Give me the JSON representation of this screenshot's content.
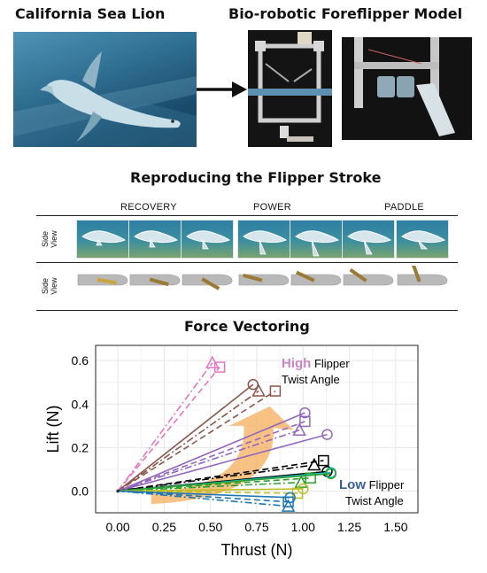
{
  "top": {
    "sea_lion_title": "California Sea Lion",
    "model_title": "Bio-robotic Foreflipper Model"
  },
  "stroke": {
    "title": "Reproducing the Flipper Stroke",
    "phases": [
      "RECOVERY",
      "POWER",
      "PADDLE"
    ],
    "row_label_line1": "Side",
    "row_label_line2": "View"
  },
  "force": {
    "title": "Force Vectoring",
    "high_word": "High",
    "high_rest": " Flipper",
    "high_line2": "Twist Angle",
    "low_word": "Low",
    "low_rest": " Flipper",
    "low_line2": "Twist Angle",
    "high_color": "#c986c7",
    "low_color": "#3a5f8f"
  },
  "chart_data": {
    "type": "line",
    "xlabel": "Thrust (N)",
    "ylabel": "Lift (N)",
    "xlim": [
      -0.12,
      1.62
    ],
    "ylim": [
      -0.1,
      0.67
    ],
    "xticks": [
      "0.00",
      "0.25",
      "0.50",
      "0.75",
      "1.00",
      "1.25",
      "1.50"
    ],
    "xtick_values": [
      0,
      0.25,
      0.5,
      0.75,
      1.0,
      1.25,
      1.5
    ],
    "yticks": [
      "0.0",
      "0.2",
      "0.4",
      "0.6"
    ],
    "ytick_values": [
      0,
      0.2,
      0.4,
      0.6
    ],
    "grid": true,
    "series": [
      {
        "color": "#e377c2",
        "points": [
          {
            "x": 0.51,
            "y": 0.59,
            "m": "triangle",
            "d": "dashdot"
          },
          {
            "x": 0.55,
            "y": 0.57,
            "m": "square",
            "d": "dashed"
          }
        ]
      },
      {
        "color": "#8c564b",
        "points": [
          {
            "x": 0.73,
            "y": 0.49,
            "m": "circle",
            "d": "solid"
          },
          {
            "x": 0.76,
            "y": 0.46,
            "m": "triangle",
            "d": "dashdot"
          },
          {
            "x": 0.85,
            "y": 0.46,
            "m": "square",
            "d": "dashed"
          }
        ]
      },
      {
        "color": "#9467bd",
        "points": [
          {
            "x": 1.01,
            "y": 0.36,
            "m": "circle",
            "d": "solid"
          },
          {
            "x": 1.01,
            "y": 0.32,
            "m": "square",
            "d": "dashed"
          },
          {
            "x": 0.98,
            "y": 0.28,
            "m": "triangle",
            "d": "dashdot"
          },
          {
            "x": 1.13,
            "y": 0.26,
            "m": "circle",
            "d": "solid"
          }
        ]
      },
      {
        "color": "#000000",
        "points": [
          {
            "x": 1.11,
            "y": 0.14,
            "m": "square",
            "d": "dashed"
          },
          {
            "x": 1.06,
            "y": 0.12,
            "m": "triangle",
            "d": "dashdot"
          },
          {
            "x": 1.13,
            "y": 0.09,
            "m": "circle",
            "d": "solid"
          }
        ]
      },
      {
        "color": "#17becf",
        "points": [
          {
            "x": 1.15,
            "y": 0.085,
            "m": "circle",
            "d": "solid"
          }
        ]
      },
      {
        "color": "#2ca02c",
        "points": [
          {
            "x": 1.15,
            "y": 0.08,
            "m": "circle",
            "d": "solid"
          },
          {
            "x": 1.04,
            "y": 0.06,
            "m": "square",
            "d": "dashed"
          },
          {
            "x": 0.99,
            "y": 0.04,
            "m": "triangle",
            "d": "dashdot"
          }
        ]
      },
      {
        "color": "#bcbd22",
        "points": [
          {
            "x": 1.0,
            "y": 0.01,
            "m": "circle",
            "d": "solid"
          },
          {
            "x": 0.97,
            "y": -0.01,
            "m": "square",
            "d": "dashed"
          }
        ]
      },
      {
        "color": "#1f77b4",
        "points": [
          {
            "x": 0.93,
            "y": -0.03,
            "m": "circle",
            "d": "solid"
          },
          {
            "x": 0.92,
            "y": -0.05,
            "m": "square",
            "d": "dashed"
          },
          {
            "x": 0.92,
            "y": -0.07,
            "m": "triangle",
            "d": "dashdot"
          }
        ]
      }
    ]
  }
}
